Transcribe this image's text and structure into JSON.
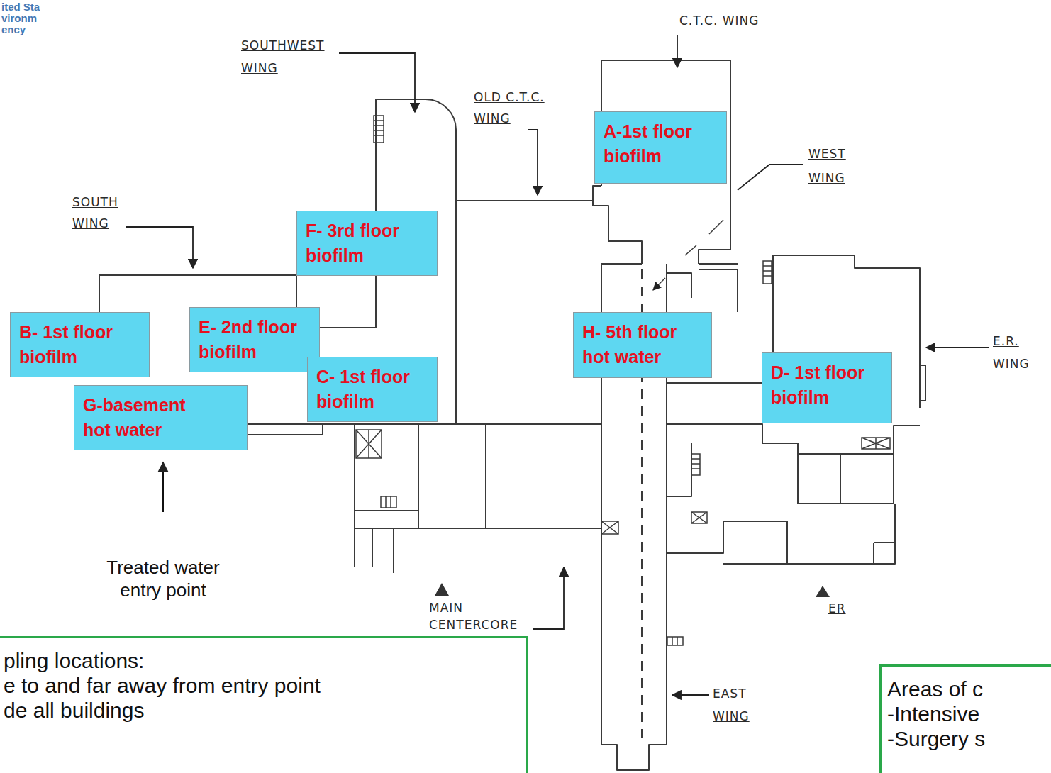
{
  "diagram": {
    "nodes": [
      {
        "text": [
          "A-1st floor biofilm"
        ]
      },
      {
        "text": [
          "F- 3rd floor biofilm"
        ]
      },
      {
        "text": [
          "B- 1st floor biofilm"
        ]
      },
      {
        "text": [
          "E- 2nd floor biofilm"
        ]
      },
      {
        "text": [
          "H- 5th floor hot water"
        ]
      },
      {
        "text": [
          "D- 1st floor biofilm"
        ]
      },
      {
        "text": [
          "C- 1st floor biofilm"
        ]
      },
      {
        "text": [
          "G-basement hot water"
        ]
      },
      {
        "text": [
          "pling locations:",
          "e to and far away from entry point",
          "de all buildings"
        ]
      },
      {
        "text": [
          "Areas of c",
          "-Intensive",
          "-Surgery s"
        ]
      }
    ],
    "labels": [
      "ited Sta vironm ency",
      "SOUTHWEST WING",
      "OLD C.T.C. WING",
      "C.T.C. WING",
      "WEST WING",
      "SOUTH WING",
      "E.R. WING",
      "MAIN CENTERCORE",
      "ER",
      "EAST WING",
      "Treated water entry point"
    ]
  }
}
